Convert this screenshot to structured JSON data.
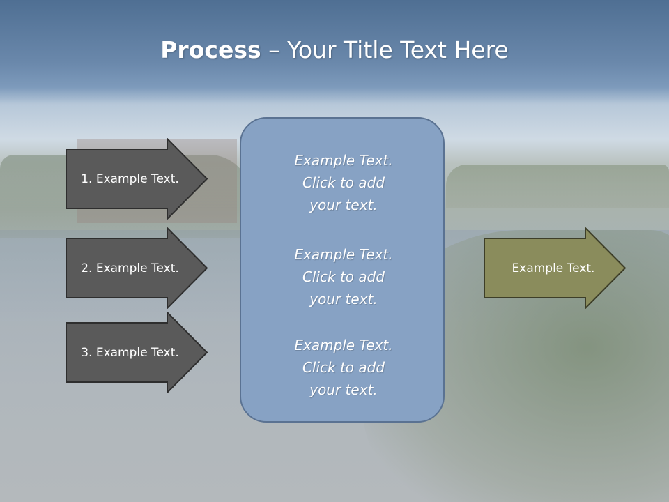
{
  "slide": {
    "title_bold": "Process",
    "title_rest": " – Your Title Text Here"
  },
  "steps": [
    {
      "label": "1. Example Text."
    },
    {
      "label": "2. Example Text."
    },
    {
      "label": "3. Example Text."
    }
  ],
  "center_box": {
    "paragraphs": [
      {
        "lines": [
          "Example Text.",
          "Click  to add",
          "your text."
        ]
      },
      {
        "lines": [
          "Example Text.",
          "Click  to add",
          "your text."
        ]
      },
      {
        "lines": [
          "Example Text.",
          "Click  to add",
          "your text."
        ]
      }
    ]
  },
  "output": {
    "label": "Example Text."
  },
  "colors": {
    "step_arrow_fill": "#5a5a5a",
    "step_arrow_border": "#2e2e2e",
    "center_box_fill": "#87a2c4",
    "output_arrow_fill": "#8a8c5c",
    "output_arrow_border": "#3d3e28"
  }
}
